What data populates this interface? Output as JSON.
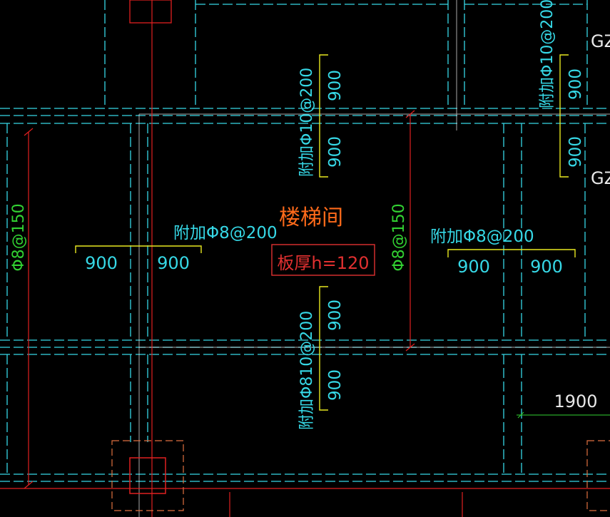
{
  "colors": {
    "background": "#000000",
    "beam_line": "#36d8e6",
    "axis_line": "#e02020",
    "grid_line": "#f0f0f0",
    "dim_mark": "#e8e820",
    "rebar_green": "#32d232",
    "title_orange": "#ff6a1a",
    "dim_white": "#e8e8e8",
    "thickness_red": "#e03030",
    "column_orange": "#e07040"
  },
  "labels": {
    "room_name": "楼梯间",
    "slab_thickness": "板厚h=120",
    "rebar_top_center": "附加Φ10@200",
    "rebar_bottom_center": "附加Φ810@200",
    "rebar_top_right": "附加Φ10@200",
    "rebar_left_middle": "附加Φ8@200",
    "rebar_right_middle": "附加Φ8@200",
    "dist_left": "Φ8@150",
    "dist_center": "Φ8@150",
    "len_900": "900",
    "dim_1900": "1900",
    "gz_top": "GZ",
    "gz_bottom": "GZ"
  }
}
